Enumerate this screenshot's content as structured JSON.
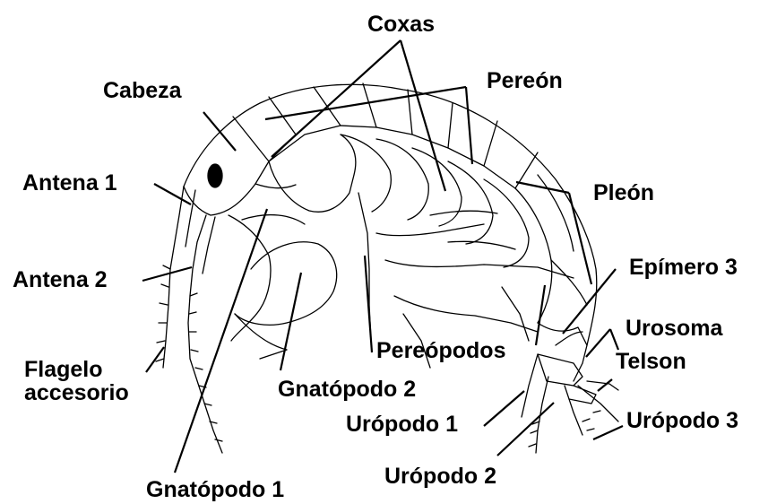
{
  "labels": {
    "coxas": "Coxas",
    "cabeza": "Cabeza",
    "pereon": "Pereón",
    "antena1": "Antena 1",
    "pleon": "Pleón",
    "epimero3": "Epímero 3",
    "antena2": "Antena 2",
    "urosoma": "Urosoma",
    "pereopodos": "Pereópodos",
    "telson": "Telson",
    "flagelo": "Flagelo accesorio",
    "gnatopodo2": "Gnatópodo 2",
    "uropodo1": "Urópodo 1",
    "uropodo3": "Urópodo 3",
    "uropodo2": "Urópodo 2",
    "gnatopodo1": "Gnatópodo 1"
  },
  "colors": {
    "ink": "#000000",
    "background": "#ffffff"
  }
}
